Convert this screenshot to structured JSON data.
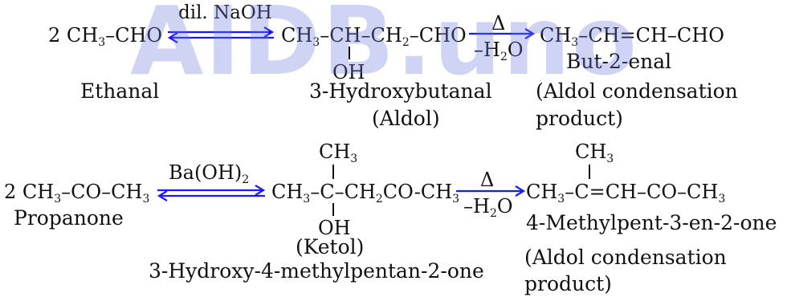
{
  "watermark": "AIDB.uno",
  "colors": {
    "arrow": "#1a1aff",
    "text": "#111111",
    "watermark": "#6978dc"
  },
  "reaction1": {
    "reactant": [
      "2 CH",
      "3",
      "–CHO"
    ],
    "reagent": "dil. NaOH",
    "aldol": [
      "CH",
      "3",
      "–CH–CH",
      "2",
      "–CHO"
    ],
    "aldol_oh": "OH",
    "condition_top": "Δ",
    "condition_bottom": [
      "–H",
      "2",
      "O"
    ],
    "product": "CH3–CH=CH–CHO",
    "reactant_name": "Ethanal",
    "aldol_name": "3-Hydroxybutanal",
    "aldol_tag": "(Aldol)",
    "product_name": "But-2-enal",
    "product_tag_1": "(Aldol condensation",
    "product_tag_2": "product)"
  },
  "reaction2": {
    "reactant": [
      "2 CH",
      "3",
      "–CO–CH",
      "3"
    ],
    "reagent": [
      "Ba(OH)",
      "2"
    ],
    "ketol_ch3": [
      "CH",
      "3"
    ],
    "ketol": [
      "CH",
      "3",
      "–C–CH",
      "2",
      "CO-CH",
      "3"
    ],
    "ketol_oh": "OH",
    "condition_top": "Δ",
    "condition_bottom": [
      "–H",
      "2",
      "O"
    ],
    "product_ch3": [
      "CH",
      "3"
    ],
    "product": [
      "CH",
      "3",
      "–C=CH–CO–CH",
      "3"
    ],
    "reactant_name": "Propanone",
    "ketol_tag": "(Ketol)",
    "ketol_name": "3-Hydroxy-4-methylpentan-2-one",
    "product_name": "4-Methylpent-3-en-2-one",
    "product_tag_1": "(Aldol condensation",
    "product_tag_2": "product)"
  }
}
